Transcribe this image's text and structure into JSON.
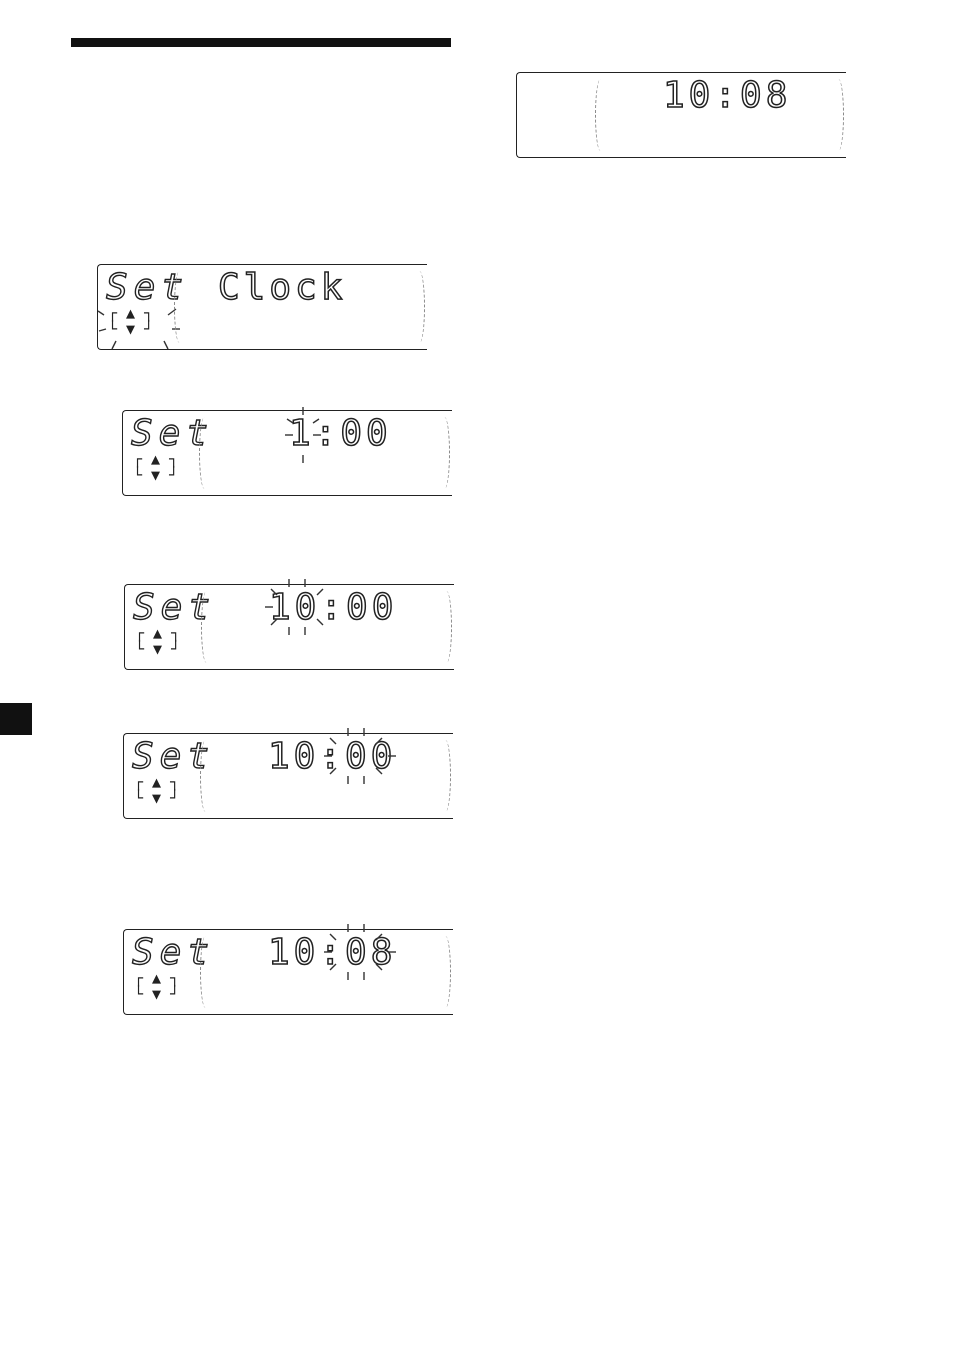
{
  "displays": {
    "final": {
      "time": "10:08"
    },
    "step1": {
      "mode": "Set",
      "label": "Clock",
      "arrows": "┌ ▲ ┐\n└ ▼ ┘"
    },
    "step2": {
      "mode": "Set",
      "time": "1:00",
      "arrows": "┌ ▲ ┐\n└ ▼ ┘"
    },
    "step3": {
      "mode": "Set",
      "time": "10:00",
      "arrows": "┌ ▲ ┐\n└ ▼ ┘"
    },
    "step4": {
      "mode": "Set",
      "time": "10:00",
      "arrows": "┌ ▲ ┐\n└ ▼ ┘"
    },
    "step5": {
      "mode": "Set",
      "time": "10:08",
      "arrows": "┌ ▲ ┐\n└ ▼ ┘"
    }
  }
}
